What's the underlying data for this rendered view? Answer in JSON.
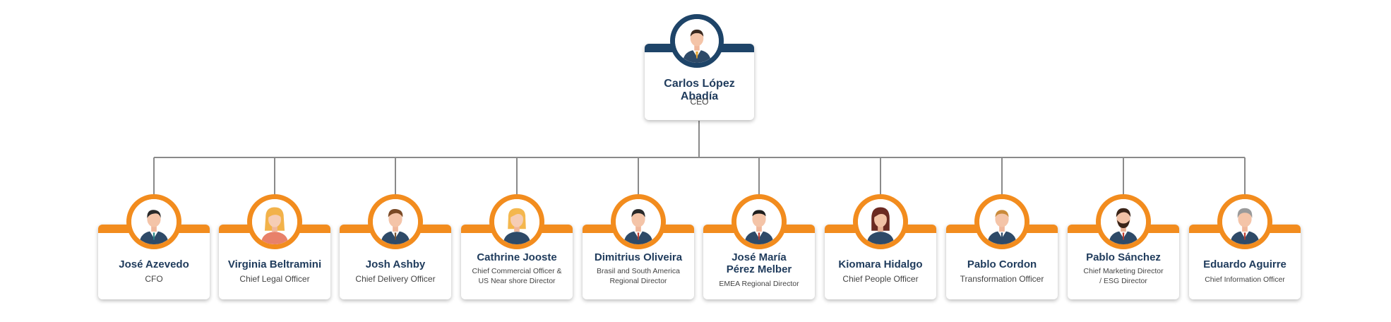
{
  "ceo": {
    "name": "Carlos López Abadía",
    "title": "CEO",
    "avatar_icon": "man-suit-icon"
  },
  "executives": [
    {
      "name": "José Azevedo",
      "title": "CFO",
      "avatar_icon": "man-suit-icon"
    },
    {
      "name": "Virginia Beltramini",
      "title": "Chief Legal Officer",
      "avatar_icon": "woman-icon"
    },
    {
      "name": "Josh Ashby",
      "title": "Chief Delivery Officer",
      "avatar_icon": "man-suit-icon"
    },
    {
      "name": "Cathrine Jooste",
      "title": "Chief Commercial Officer & US Near shore Director",
      "avatar_icon": "woman-icon"
    },
    {
      "name": "Dimitrius Oliveira",
      "title": "Brasil and South America Regional Director",
      "avatar_icon": "man-suit-icon"
    },
    {
      "name": "José María Pérez Melber",
      "title": "EMEA Regional Director",
      "avatar_icon": "man-suit-icon"
    },
    {
      "name": "Kiomara Hidalgo",
      "title": "Chief People Officer",
      "avatar_icon": "woman-icon"
    },
    {
      "name": "Pablo Cordon",
      "title": "Transformation Officer",
      "avatar_icon": "man-suit-icon"
    },
    {
      "name": "Pablo Sánchez",
      "title": "Chief Marketing Director / ESG Director",
      "avatar_icon": "bearded-man-icon"
    },
    {
      "name": "Eduardo Aguirre",
      "title": "Chief Information Officer",
      "avatar_icon": "gray-haired-man-icon"
    }
  ],
  "colors": {
    "ceo_accent": "#1e4468",
    "exec_accent": "#f28c1e",
    "name_text": "#1f3b5c",
    "connector": "#8a8a8a"
  }
}
